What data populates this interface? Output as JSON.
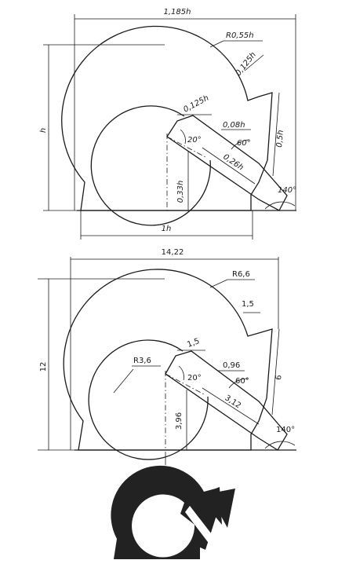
{
  "diagram_top": {
    "overall_width": "1,185h",
    "outer_radius": "R0,55h",
    "slot_width": "0,125h",
    "inner_width": "0,125h",
    "height": "h",
    "offset_a": "0,08h",
    "angle_small": "20°",
    "angle_mid": "60°",
    "arm_length": "0,26h",
    "right_height": "0,5h",
    "angle_tail": "140°",
    "inner_height": "0,33h",
    "base_width": "1h"
  },
  "diagram_bottom": {
    "overall_width": "14,22",
    "outer_radius": "R6,6",
    "slot_width": "1,5",
    "inner_width": "1,5",
    "inner_radius": "R3,6",
    "height": "12",
    "offset_a": "0,96",
    "angle_small": "20°",
    "angle_mid": "60°",
    "arm_length": "3,12",
    "right_height": "6",
    "angle_tail": "140°",
    "inner_height": "3,96"
  }
}
